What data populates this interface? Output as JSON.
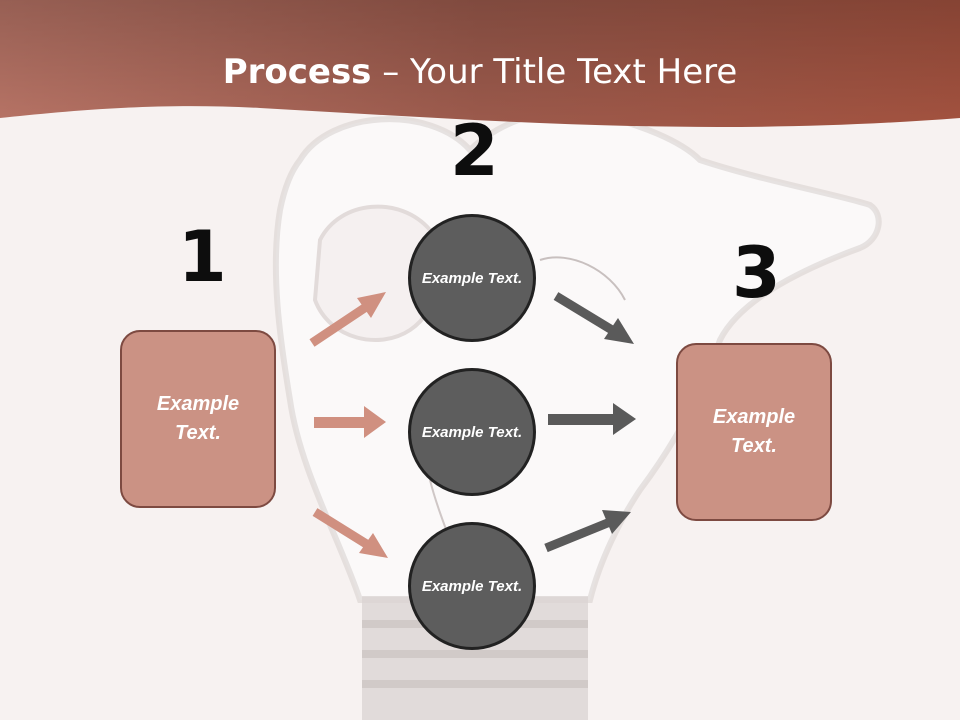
{
  "title": {
    "bold": "Process",
    "rest": " – Your Title Text Here"
  },
  "numbers": [
    "1",
    "2",
    "3"
  ],
  "left_box": {
    "text": "Example Text."
  },
  "right_box": {
    "text": "Example Text."
  },
  "circles": [
    {
      "text": "Example Text."
    },
    {
      "text": "Example Text."
    },
    {
      "text": "Example Text."
    }
  ],
  "colors": {
    "banner": "#a45a4a",
    "box_fill": "#cb9284",
    "pink_arrow": "#d09080",
    "gray_arrow": "#5a5a5a",
    "circle_fill": "#5d5d5d"
  }
}
